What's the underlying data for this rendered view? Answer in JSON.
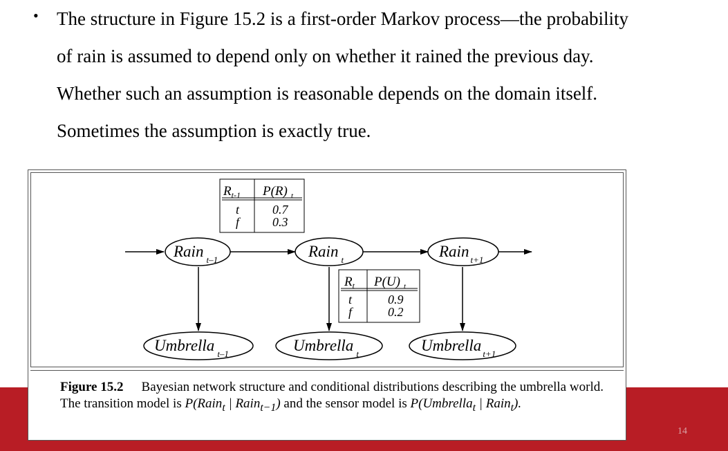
{
  "bullet": {
    "symbol": "•",
    "lines": [
      "The structure in Figure 15.2 is a first-order Markov process—the probability",
      "of rain is assumed to depend only on whether it rained the previous day.",
      "Whether such an assumption is reasonable depends on the domain itself.",
      "Sometimes the assumption is exactly true."
    ]
  },
  "diagram": {
    "nodes": {
      "rain_prev": {
        "base": "Rain",
        "sub": "t–1"
      },
      "rain_t": {
        "base": "Rain",
        "sub": "t"
      },
      "rain_next": {
        "base": "Rain",
        "sub": "t+1"
      },
      "umb_prev": {
        "base": "Umbrella",
        "sub": "t–1"
      },
      "umb_t": {
        "base": "Umbrella",
        "sub": "t"
      },
      "umb_next": {
        "base": "Umbrella",
        "sub": "t+1"
      }
    },
    "transition_table": {
      "head_left_base": "R",
      "head_left_sub": "t-1",
      "head_right": "P(R)",
      "head_right_sub": "t",
      "rows": [
        [
          "t",
          "0.7"
        ],
        [
          "f",
          "0.3"
        ]
      ]
    },
    "sensor_table": {
      "head_left_base": "R",
      "head_left_sub": "t",
      "head_right": "P(U)",
      "head_right_sub": "t",
      "rows": [
        [
          "t",
          "0.9"
        ],
        [
          "f",
          "0.2"
        ]
      ]
    }
  },
  "caption": {
    "label": "Figure 15.2",
    "text1": "Bayesian network structure and conditional distributions describing the umbrella world. The transition model is ",
    "formula1": "P(Rain",
    "formula1_sub": "t",
    "formula1_mid": " | Rain",
    "formula1_sub2": "t−1",
    "formula1_end": ")",
    "text2": " and the sensor model is ",
    "formula2": "P(Umbrella",
    "formula2_sub": "t",
    "formula2_mid": " | Rain",
    "formula2_sub2": "t",
    "formula2_end": ").",
    "page_number": "14"
  },
  "colors": {
    "band": "#b81d25",
    "page_number": "#d9a3a6"
  }
}
